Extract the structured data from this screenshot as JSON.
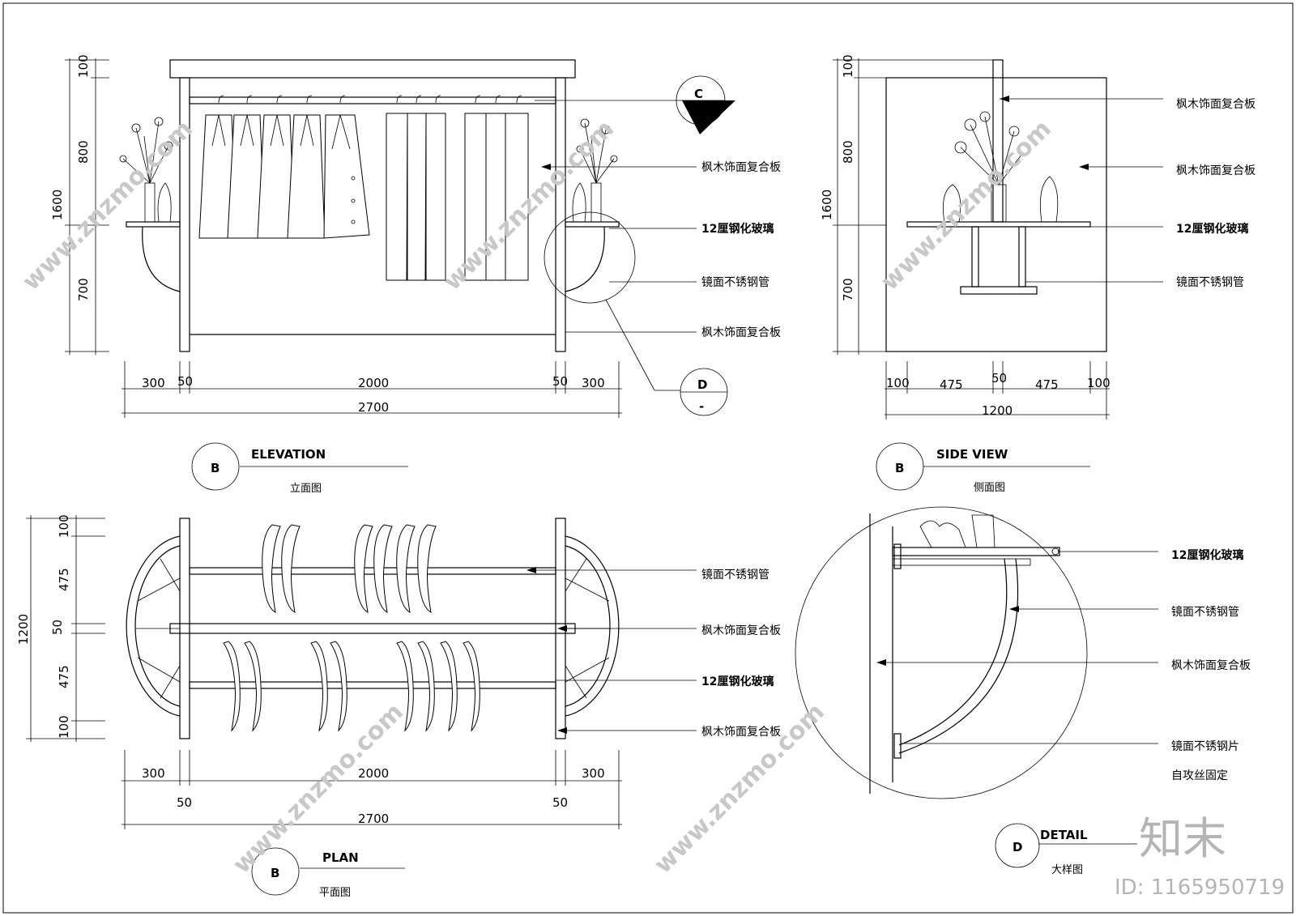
{
  "labels": {
    "maple_board": "枫木饰面复合板",
    "tempered_glass": "12厘钢化玻璃",
    "steel_tube": "镜面不锈钢管",
    "steel_plate": "镜面不锈钢片",
    "self_tap": "自攻丝固定"
  },
  "tags": {
    "b": "B",
    "c": "C",
    "d": "D",
    "dash": "-"
  },
  "views": {
    "elevation": {
      "title": "ELEVATION",
      "subtitle": "立面图"
    },
    "side": {
      "title": "SIDE VIEW",
      "subtitle": "侧面图"
    },
    "plan": {
      "title": "PLAN",
      "subtitle": "平面图"
    },
    "detail": {
      "title": "DETAIL",
      "subtitle": "大样图"
    }
  },
  "dims": {
    "elev_v": [
      "100",
      "800",
      "700",
      "1600"
    ],
    "elev_h": [
      "300",
      "50",
      "2000",
      "50",
      "300",
      "2700"
    ],
    "side_v": [
      "100",
      "800",
      "700",
      "1600"
    ],
    "side_h": [
      "100",
      "475",
      "50",
      "475",
      "100",
      "1200"
    ],
    "plan_v": [
      "100",
      "475",
      "50",
      "475",
      "100",
      "1200"
    ],
    "plan_h": [
      "300",
      "2000",
      "300",
      "50",
      "50",
      "2700"
    ]
  },
  "watermark": {
    "site": "www.znzmo.com",
    "logo": "知末",
    "id": "ID: 1165950719"
  }
}
